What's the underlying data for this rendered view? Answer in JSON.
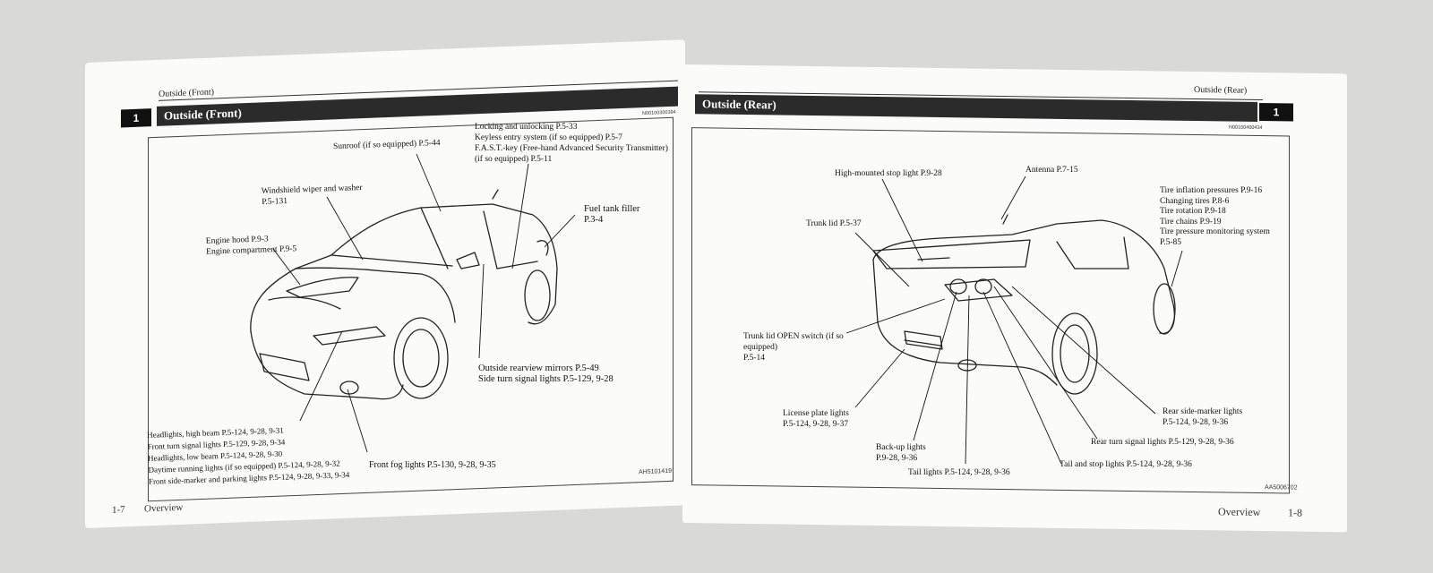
{
  "left_page": {
    "running_header": "Outside (Front)",
    "chapter_tab": "1",
    "section_title": "Outside (Front)",
    "section_code": "N00100300394",
    "figure_code": "AH5101419",
    "page_number": "1-7",
    "page_label": "Overview",
    "callouts": {
      "sunroof": "Sunroof (if so equipped) P.5-44",
      "locking": "Locking and unlocking P.5-33\nKeyless entry system (if so equipped) P.5-7\nF.A.S.T.-key (Free-hand Advanced Security Transmitter)\n(if so equipped) P.5-11",
      "wiper": "Windshield wiper and washer\nP.5-131",
      "fuel": "Fuel tank filler\nP.3-4",
      "hood": "Engine hood P.9-3\nEngine compartment P.9-5",
      "mirrors": "Outside rearview mirrors P.5-49\nSide turn signal lights P.5-129, 9-28",
      "headlights": "Headlights, high beam P.5-124, 9-28, 9-31\nFront turn signal lights P.5-129, 9-28, 9-34\nHeadlights, low beam P.5-124, 9-28, 9-30\nDaytime running lights (if so equipped) P.5-124, 9-28, 9-32\nFront side-marker and parking lights P.5-124, 9-28, 9-33, 9-34",
      "fog": "Front fog lights P.5-130, 9-28, 9-35"
    }
  },
  "right_page": {
    "running_header": "Outside (Rear)",
    "chapter_tab": "1",
    "section_title": "Outside (Rear)",
    "section_code": "N00100400434",
    "figure_code": "AA5006702",
    "page_number": "1-8",
    "page_label": "Overview",
    "callouts": {
      "stop_light": "High-mounted stop light P.9-28",
      "antenna": "Antenna P.7-15",
      "tires": "Tire inflation pressures P.9-16\nChanging tires P.8-6\nTire rotation P.9-18\nTire chains P.9-19\nTire pressure monitoring system\nP.5-85",
      "trunk_lid": "Trunk lid P.5-37",
      "trunk_switch": "Trunk lid OPEN switch (if so\nequipped)\nP.5-14",
      "license": "License plate lights\nP.5-124, 9-28, 9-37",
      "rear_marker": "Rear side-marker lights\nP.5-124, 9-28, 9-36",
      "rear_turn": "Rear turn signal lights P.5-129, 9-28, 9-36",
      "backup": "Back-up lights\nP.9-28, 9-36",
      "tail_stop": "Tail and stop lights P.5-124, 9-28, 9-36",
      "tail": "Tail lights P.5-124, 9-28, 9-36"
    }
  },
  "colors": {
    "background": "#d9d9d7",
    "paper": "#fbfbfa",
    "banner": "#2b2b2b",
    "tab": "#111111"
  }
}
